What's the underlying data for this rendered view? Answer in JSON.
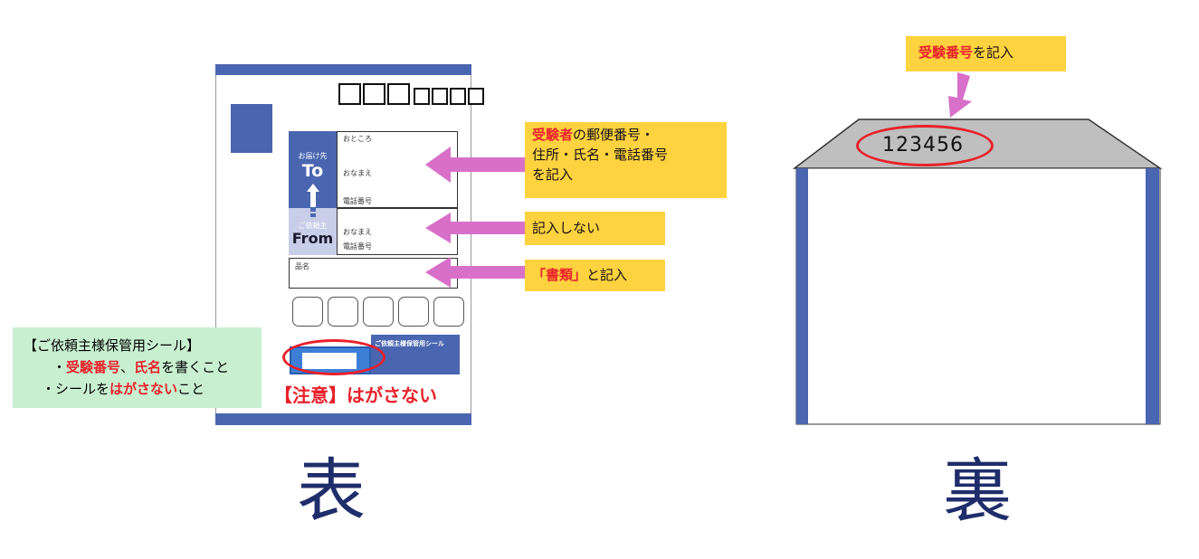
{
  "front": {
    "postal_boxes_big": 3,
    "postal_boxes_small": 4,
    "to_section": {
      "caption": "お届け先",
      "label": "To",
      "address_label": "おところ",
      "name_label": "おなまえ",
      "phone_label": "電話番号"
    },
    "from_section": {
      "caption": "ご依頼主",
      "label": "From",
      "name_label": "おなまえ",
      "phone_label": "電話番号"
    },
    "item_label": "品名",
    "seal_label": "ご依頼主様保管用シール",
    "warning": "【注意】はがさない",
    "character": "表"
  },
  "callouts": {
    "to": {
      "red": "受験者",
      "rest_1": "の郵便番号・",
      "line2": "住所・氏名・電話番号",
      "line3": "を記入"
    },
    "from": {
      "text": "記入しない"
    },
    "item": {
      "red": "「書類」",
      "rest": "と記入"
    }
  },
  "green_note": {
    "title": "【ご依頼主様保管用シール】",
    "line1_prefix": "・",
    "line1_red1": "受験番号",
    "line1_sep": "、",
    "line1_red2": "氏名",
    "line1_rest": "を書くこと",
    "line2_prefix": "・シールを",
    "line2_red": "はがさない",
    "line2_rest": "こと"
  },
  "back": {
    "callout_red": "受験番号",
    "callout_rest": "を記入",
    "number": "123456",
    "character": "裏"
  },
  "colors": {
    "navy": "#4a66b0",
    "callout_yellow": "#ffd23f",
    "arrow_pink": "#d870c9",
    "note_green": "#c8f0d0",
    "red": "#e8202a",
    "flap_gray": "#bfbfbf",
    "char_navy": "#1f2d6b"
  }
}
